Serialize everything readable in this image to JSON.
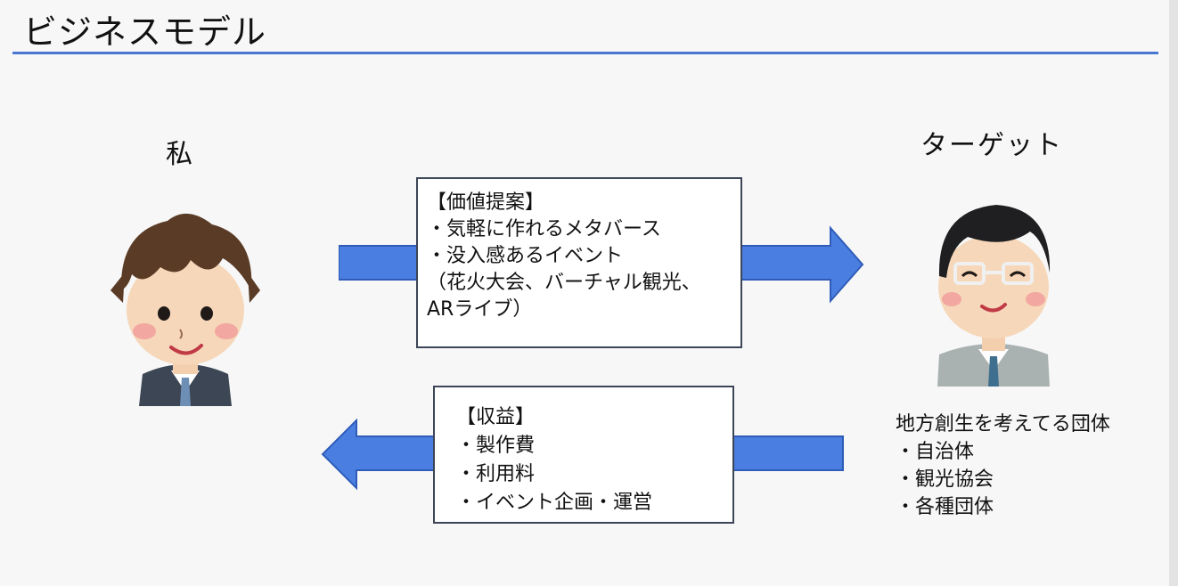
{
  "slide": {
    "title": "ビジネスモデル",
    "accent_color": "#4a78d1",
    "arrow_color": "#4a7ee0"
  },
  "me": {
    "label": "私"
  },
  "target": {
    "label": "ターゲット",
    "description": [
      "地方創生を考えてる団体",
      "・自治体",
      "・観光協会",
      "・各種団体"
    ]
  },
  "value_proposition": {
    "lines": [
      "【価値提案】",
      "・気軽に作れるメタバース",
      "・没入感あるイベント",
      "（花火大会、バーチャル観光、",
      "ARライブ）"
    ]
  },
  "revenue": {
    "lines": [
      "【収益】",
      "・製作費",
      "・利用料",
      "・イベント企画・運営"
    ]
  }
}
